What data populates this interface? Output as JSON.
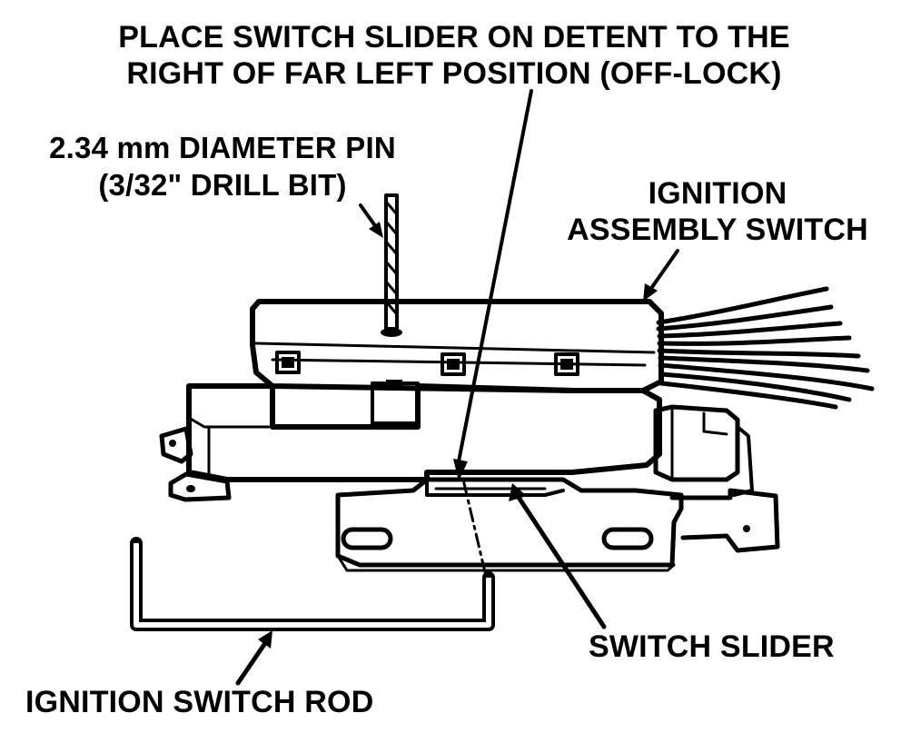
{
  "labels": {
    "slider_instruction": {
      "line1": "PLACE SWITCH SLIDER ON DETENT TO THE",
      "line2": "RIGHT OF FAR LEFT POSITION (OFF-LOCK)"
    },
    "pin": {
      "line1": "2.34 mm DIAMETER PIN",
      "line2": "(3/32\" DRILL BIT)"
    },
    "ignition_assembly": {
      "line1": "IGNITION",
      "line2": "ASSEMBLY SWITCH"
    },
    "switch_slider": "SWITCH SLIDER",
    "ignition_rod": "IGNITION SWITCH ROD"
  },
  "colors": {
    "ink": "#000000",
    "paper": "#ffffff"
  }
}
